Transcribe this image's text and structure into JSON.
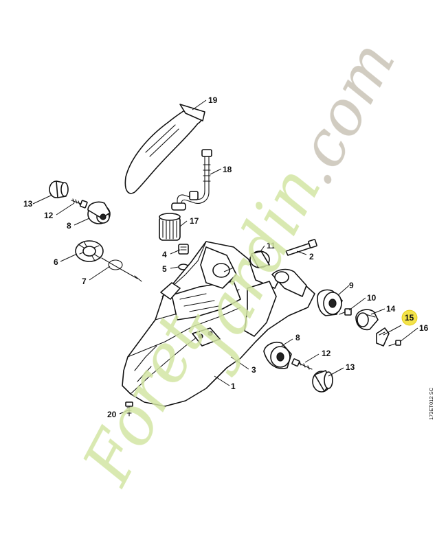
{
  "diagram": {
    "drawing_code": "173ET012 SC",
    "highlight_color": "#f3e34a",
    "part_numbers": {
      "p1": "1",
      "p2": "2",
      "p3": "3",
      "p4": "4",
      "p5": "5",
      "p6": "6",
      "p7": "7",
      "p8a": "8",
      "p8b": "8",
      "p9": "9",
      "p10": "10",
      "p11": "11",
      "p12a": "12",
      "p12b": "12",
      "p13a": "13",
      "p13b": "13",
      "p14": "14",
      "p15": "15",
      "p16": "16",
      "p17": "17",
      "p18": "18",
      "p19": "19",
      "p20": "20"
    }
  },
  "watermark": {
    "part1": "Foret",
    "part2": "Jardin",
    "part3": ".com",
    "color_green": "#d3e6a3",
    "color_grey": "#c9c3b6"
  }
}
